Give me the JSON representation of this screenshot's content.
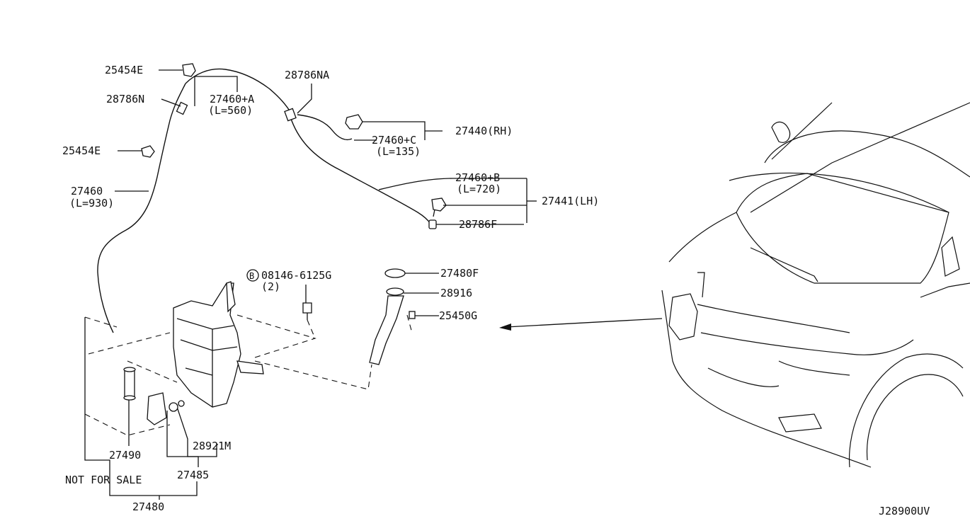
{
  "labels": {
    "p25454E_top": "25454E",
    "p28786N": "28786N",
    "p25454E_mid": "25454E",
    "p27460": "27460",
    "p27460_len": "(L=930)",
    "p27460A": "27460+A",
    "p27460A_len": "(L=560)",
    "p28786NA": "28786NA",
    "p27440": "27440(RH)",
    "p27460C": "27460+C",
    "p27460C_len": "(L=135)",
    "p27460B": "27460+B",
    "p27460B_len": "(L=720)",
    "p27441": "27441(LH)",
    "p28786F": "28786F",
    "bolt_marker": "B",
    "bolt_code": "08146-6125G",
    "bolt_qty": "(2)",
    "p27480F": "27480F",
    "p28916": "28916",
    "p25450G": "25450G",
    "p28921M": "28921M",
    "p27490": "27490",
    "p27485": "27485",
    "not_for_sale": "NOT FOR SALE",
    "p27480": "27480",
    "diagram_code": "J28900UV"
  }
}
